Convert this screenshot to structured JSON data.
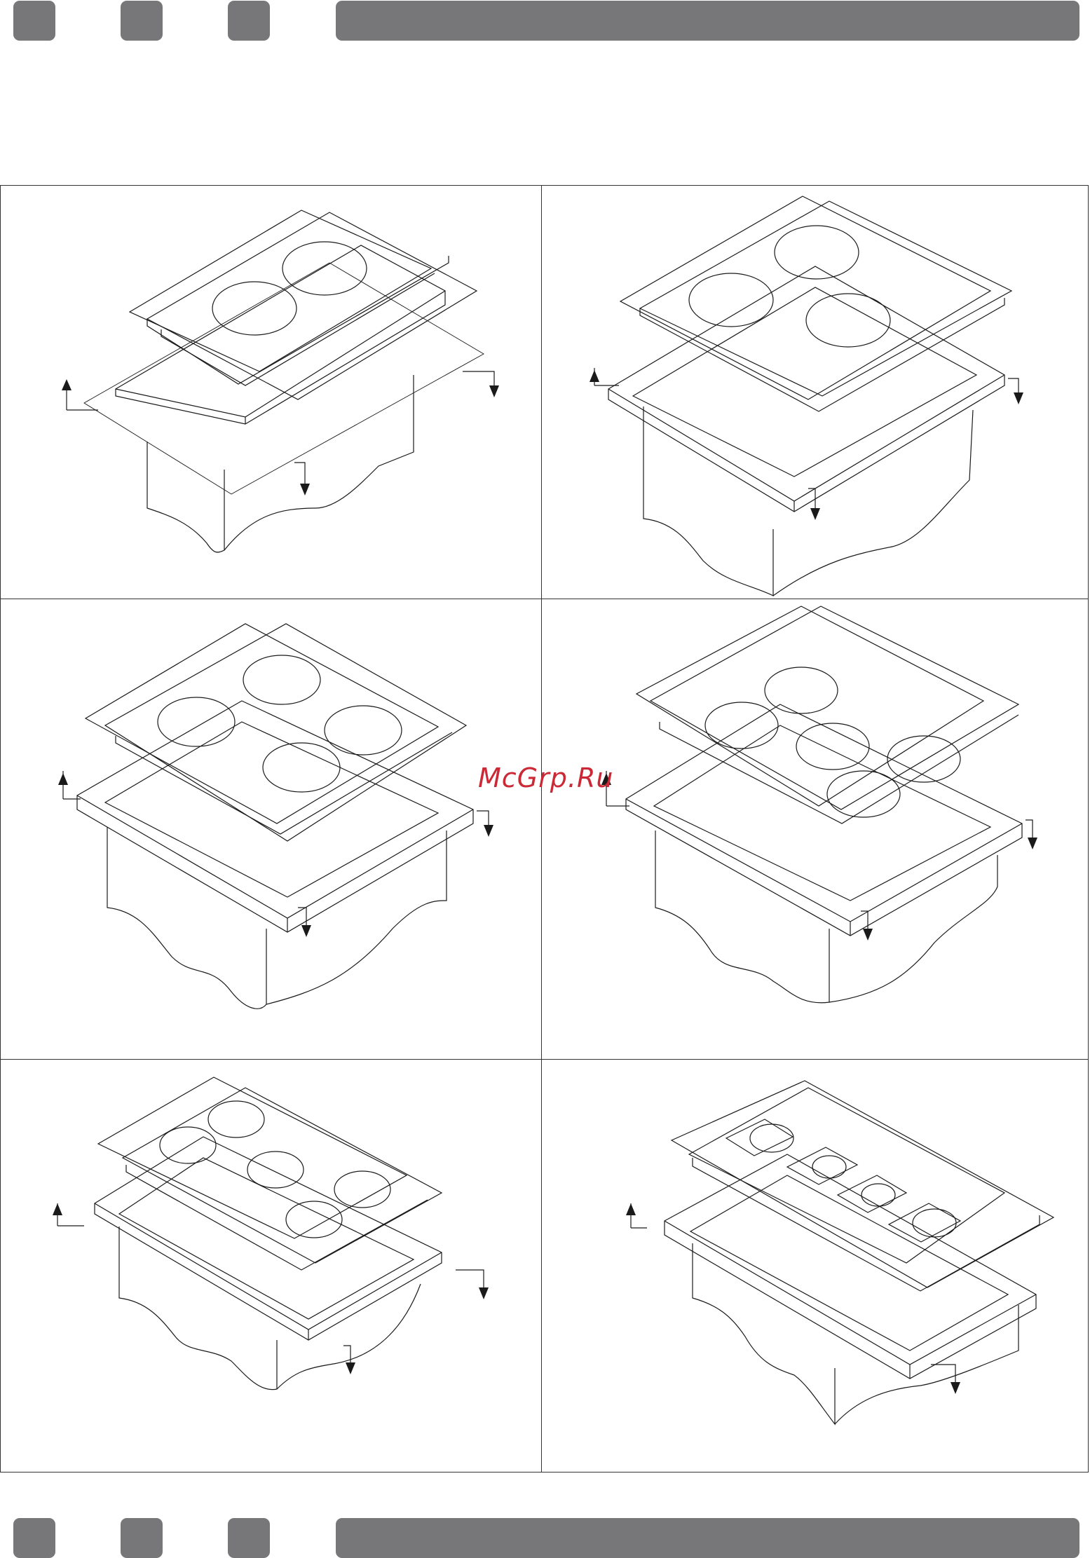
{
  "header": {
    "tab_color": "#777678",
    "tabs": 3
  },
  "footer": {
    "tab_color": "#777678",
    "tabs": 3
  },
  "watermark": {
    "text": "McGrp.Ru",
    "color": "#cc2936"
  },
  "figures": [
    {
      "id": "hob-2-zone",
      "zones": 2
    },
    {
      "id": "hob-3-zone",
      "zones": 3
    },
    {
      "id": "hob-4-zone",
      "zones": 4
    },
    {
      "id": "hob-5-zone",
      "zones": 5
    },
    {
      "id": "hob-5-zone-wide",
      "zones": 5
    },
    {
      "id": "hob-4-zone-domino",
      "zones": 4
    }
  ]
}
